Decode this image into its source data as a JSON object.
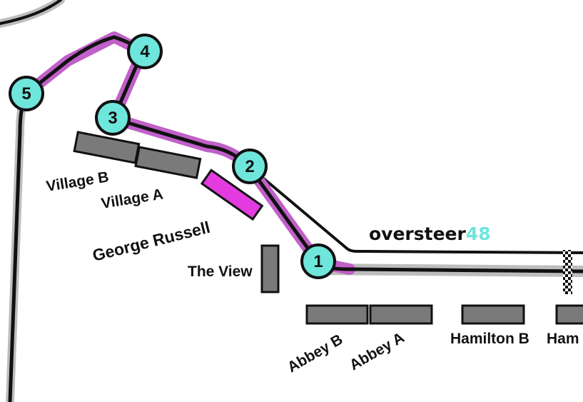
{
  "colors": {
    "track_line": "#111111",
    "track_casing": "#bdbdbd",
    "highlight": "#c060c8",
    "turn_marker_fill": "#6fe6dc",
    "grandstand": "#7a7a7a",
    "grandstand_highlight": "#e43be0",
    "brand_dark": "#111111",
    "brand_accent": "#6fe6dc"
  },
  "turns": [
    {
      "number": "1"
    },
    {
      "number": "2"
    },
    {
      "number": "3"
    },
    {
      "number": "4"
    },
    {
      "number": "5"
    }
  ],
  "grandstands": {
    "village_b": "Village B",
    "village_a": "Village A",
    "george_russell": "George Russell",
    "the_view": "The View",
    "abbey_b": "Abbey B",
    "abbey_a": "Abbey A",
    "hamilton_b": "Hamilton B",
    "hamilton_a_partial": "Ham"
  },
  "brand": {
    "name": "oversteer",
    "number": "48"
  },
  "icons": {
    "finish_line": "checkered-flag-icon"
  }
}
